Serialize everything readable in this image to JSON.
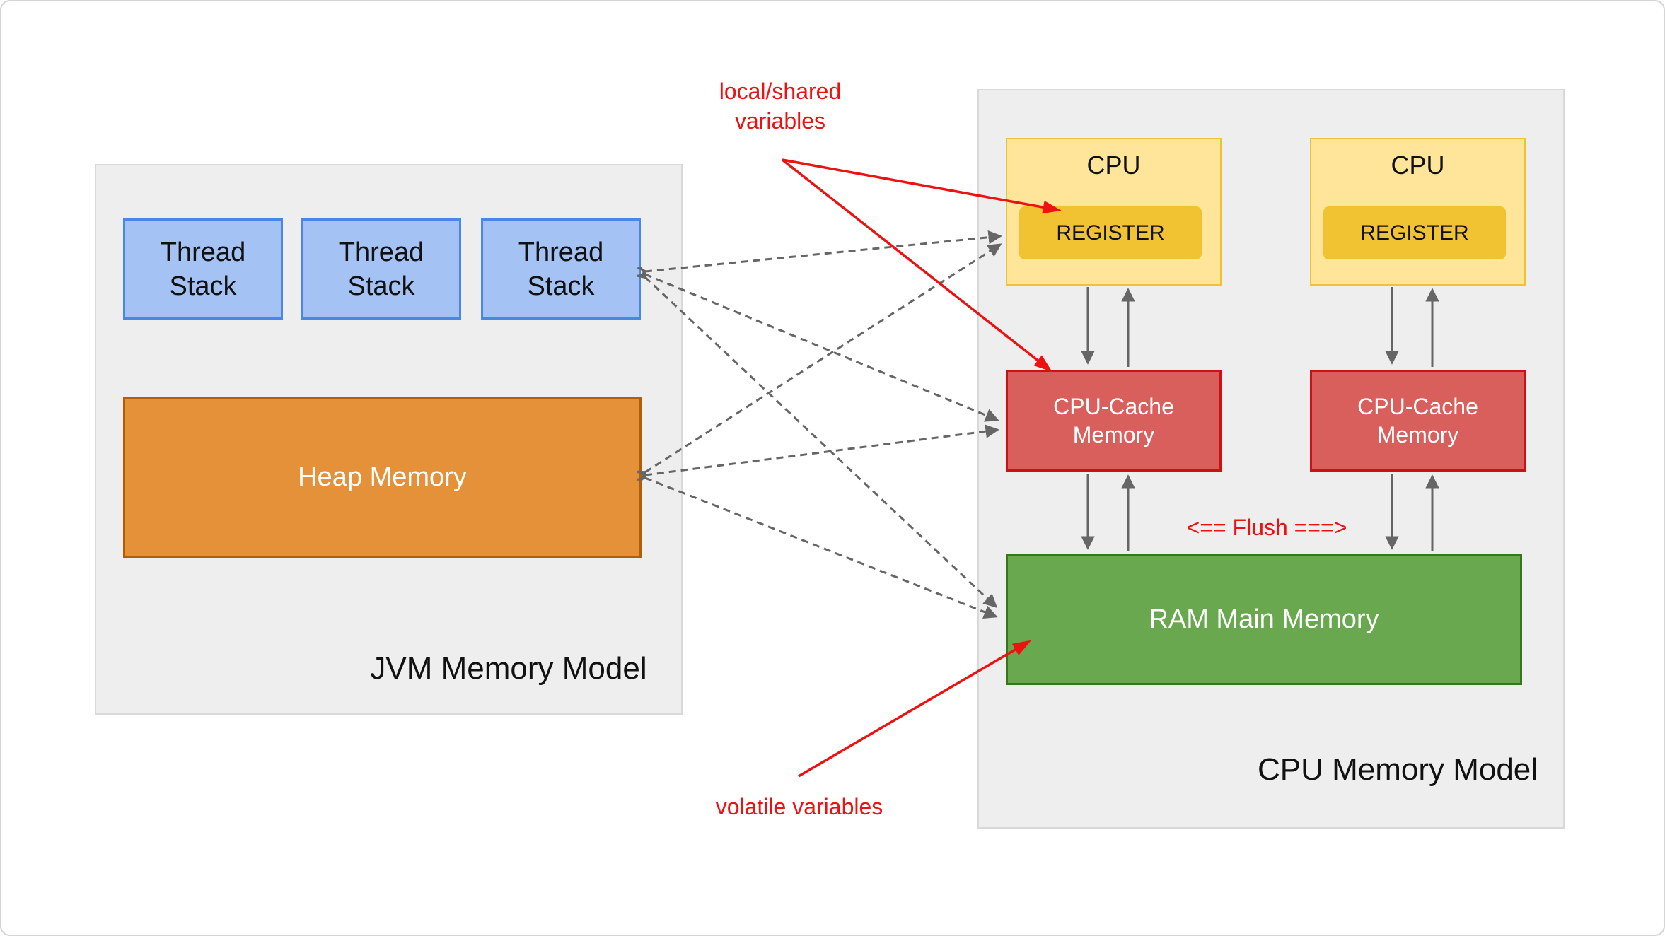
{
  "jvm": {
    "title": "JVM Memory Model",
    "thread_stack": {
      "line1": "Thread",
      "line2": "Stack"
    },
    "heap_label": "Heap Memory"
  },
  "cpu": {
    "title": "CPU Memory Model",
    "cpu_label": "CPU",
    "register_label": "REGISTER",
    "cache": {
      "line1": "CPU-Cache",
      "line2": "Memory"
    },
    "ram_label": "RAM Main Memory",
    "flush_label": "<== Flush ===>"
  },
  "annotations": {
    "local_shared": {
      "line1": "local/shared",
      "line2": "variables"
    },
    "volatile_label": "volatile variables"
  },
  "colors": {
    "panel_fill": "#eeeeee",
    "panel_border": "#d9d9d9",
    "thread_fill": "#a4c2f4",
    "thread_border": "#4a86e8",
    "heap_fill": "#e5913a",
    "heap_border": "#b05f08",
    "cpu_fill": "#ffe599",
    "cpu_border": "#f1c232",
    "register_fill": "#f1c232",
    "cache_fill": "#d95f5c",
    "cache_border": "#cc1111",
    "ram_fill": "#6aa84f",
    "ram_border": "#38761d",
    "connector_gray": "#666666",
    "annotation_red": "#ee1111"
  }
}
